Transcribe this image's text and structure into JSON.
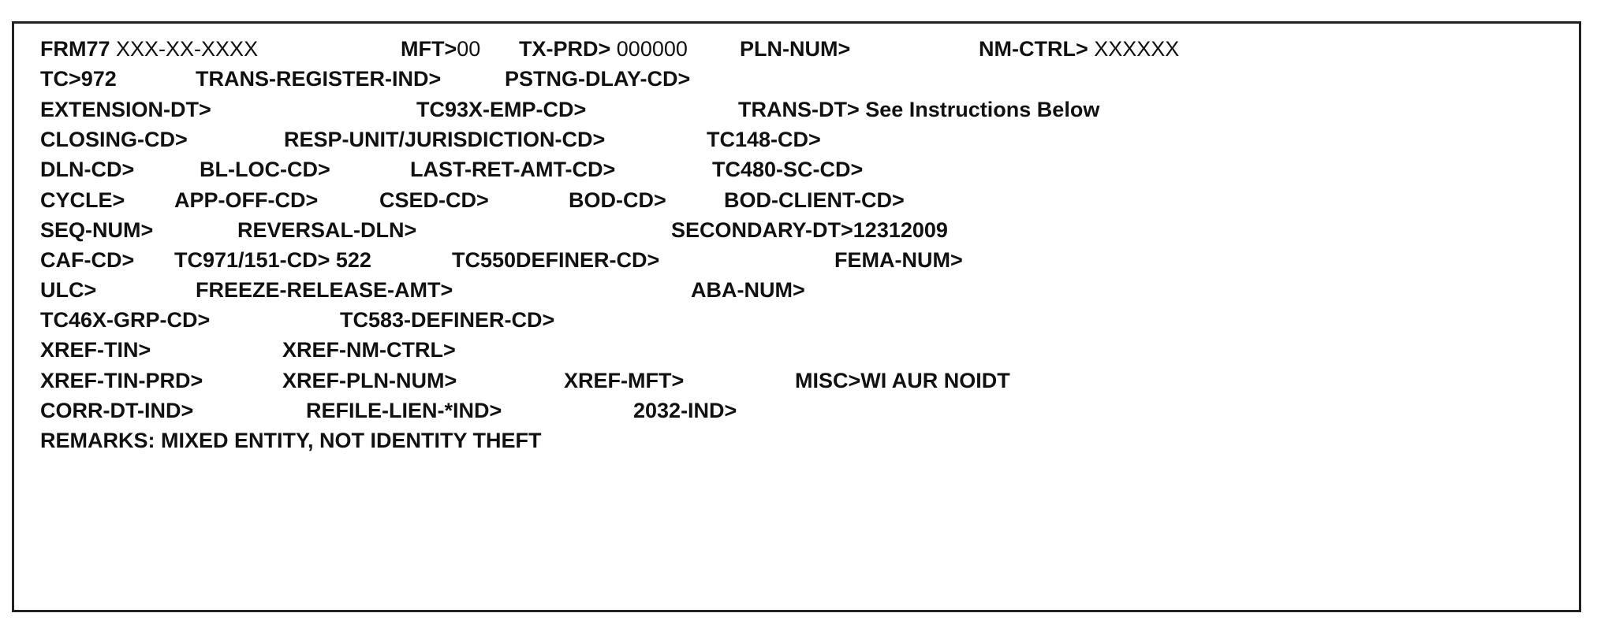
{
  "rows": [
    [
      {
        "label": "FRM77",
        "value": " XXX-XX-XXXX"
      },
      {
        "label": "MFT>",
        "value": "00"
      },
      {
        "label": "TX-PRD>",
        "value": " 000000"
      },
      {
        "label": "PLN-NUM>",
        "value": ""
      },
      {
        "label": "NM-CTRL>",
        "value": " XXXXXX"
      }
    ],
    [
      {
        "label": "TC>972"
      },
      {
        "label": "TRANS-REGISTER-IND>"
      },
      {
        "label": "PSTNG-DLAY-CD>"
      }
    ],
    [
      {
        "label": "EXTENSION-DT>"
      },
      {
        "label": "TC93X-EMP-CD>"
      },
      {
        "label": "TRANS-DT>",
        "value": " See Instructions Below"
      }
    ],
    [
      {
        "label": "CLOSING-CD>"
      },
      {
        "label": "RESP-UNIT/JURISDICTION-CD>"
      },
      {
        "label": "TC148-CD>"
      }
    ],
    [
      {
        "label": "DLN-CD>"
      },
      {
        "label": "BL-LOC-CD>"
      },
      {
        "label": "LAST-RET-AMT-CD>"
      },
      {
        "label": "TC480-SC-CD>"
      }
    ],
    [
      {
        "label": "CYCLE>"
      },
      {
        "label": "APP-OFF-CD>"
      },
      {
        "label": "CSED-CD>"
      },
      {
        "label": "BOD-CD>"
      },
      {
        "label": "BOD-CLIENT-CD>"
      }
    ],
    [
      {
        "label": "SEQ-NUM>"
      },
      {
        "label": "REVERSAL-DLN>"
      },
      {
        "label": "SECONDARY-DT>",
        "value": "12312009"
      }
    ],
    [
      {
        "label": "CAF-CD>"
      },
      {
        "label": "TC971/151-CD>",
        "value": " 522"
      },
      {
        "label": "TC550DEFINER-CD>"
      },
      {
        "label": "FEMA-NUM>"
      }
    ],
    [
      {
        "label": "ULC>"
      },
      {
        "label": "FREEZE-RELEASE-AMT>"
      },
      {
        "label": "ABA-NUM>"
      }
    ],
    [
      {
        "label": "TC46X-GRP-CD>"
      },
      {
        "label": "TC583-DEFINER-CD>"
      }
    ],
    [
      {
        "label": "XREF-TIN>"
      },
      {
        "label": "XREF-NM-CTRL>"
      }
    ],
    [
      {
        "label": "XREF-TIN-PRD>"
      },
      {
        "label": "XREF-PLN-NUM>"
      },
      {
        "label": "XREF-MFT>"
      },
      {
        "label": "MISC>",
        "value": "WI AUR NOIDT"
      }
    ],
    [
      {
        "label": "CORR-DT-IND>"
      },
      {
        "label": "REFILE-LIEN-*IND>"
      },
      {
        "label": "2032-IND>"
      }
    ],
    [
      {
        "label": "REMARKS:",
        "value": " MIXED ENTITY, NOT IDENTITY THEFT"
      }
    ]
  ]
}
